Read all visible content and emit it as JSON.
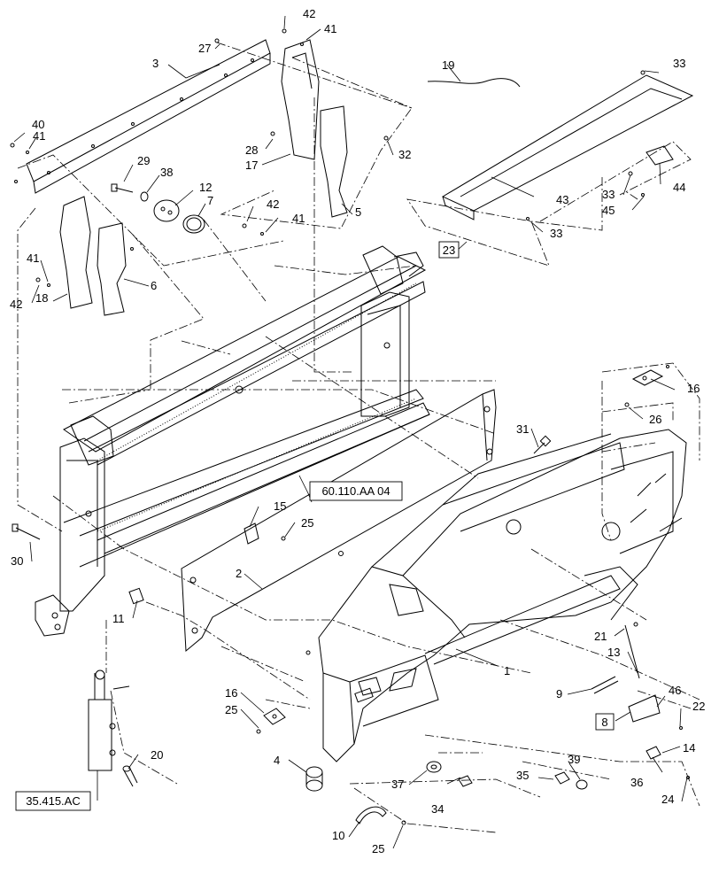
{
  "callouts": {
    "n1": "1",
    "n2": "2",
    "n3": "3",
    "n4": "4",
    "n5": "5",
    "n6": "6",
    "n7": "7",
    "n9": "9",
    "n10": "10",
    "n11": "11",
    "n12": "12",
    "n13": "13",
    "n14": "14",
    "n15": "15",
    "n16a": "16",
    "n16b": "16",
    "n17": "17",
    "n18": "18",
    "n19": "19",
    "n20": "20",
    "n21": "21",
    "n22": "22",
    "n24": "24",
    "n25a": "25",
    "n25b": "25",
    "n25c": "25",
    "n26": "26",
    "n27": "27",
    "n28": "28",
    "n29": "29",
    "n30": "30",
    "n31": "31",
    "n32": "32",
    "n33a": "33",
    "n33b": "33",
    "n33c": "33",
    "n34": "34",
    "n35": "35",
    "n36": "36",
    "n37": "37",
    "n38": "38",
    "n39": "39",
    "n40": "40",
    "n41a": "41",
    "n41b": "41",
    "n41c": "41",
    "n41d": "41",
    "n42a": "42",
    "n42b": "42",
    "n42c": "42",
    "n43": "43",
    "n44": "44",
    "n45": "45",
    "n46": "46"
  },
  "refs": {
    "r8": "8",
    "r23": "23",
    "r60110": "60.110.AA 04",
    "r35415": "35.415.AC"
  }
}
